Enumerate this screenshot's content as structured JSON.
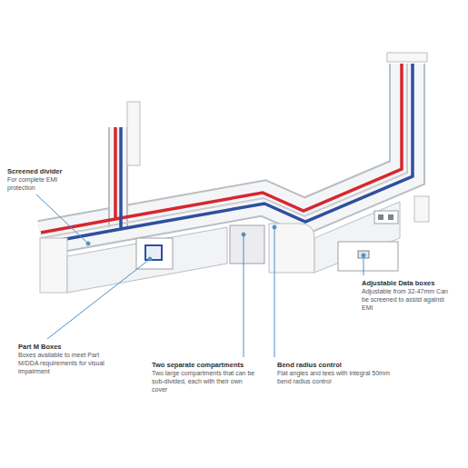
{
  "diagram": {
    "labels": [
      "Screened divider",
      "For complete EMI protection",
      "Part M Boxes",
      "Boxes available to meet Part M/DDA requirements for visual impairment",
      "Two separate compartments",
      "Two large compartments that can be sub-divided, each with their own cover",
      "Bend radius control",
      "Flat angles and tees with integral 50mm bend radius control",
      "Adjustable Data boxes",
      "Adjustable from 32-47mm Can be screened to assist against EMI"
    ]
  }
}
